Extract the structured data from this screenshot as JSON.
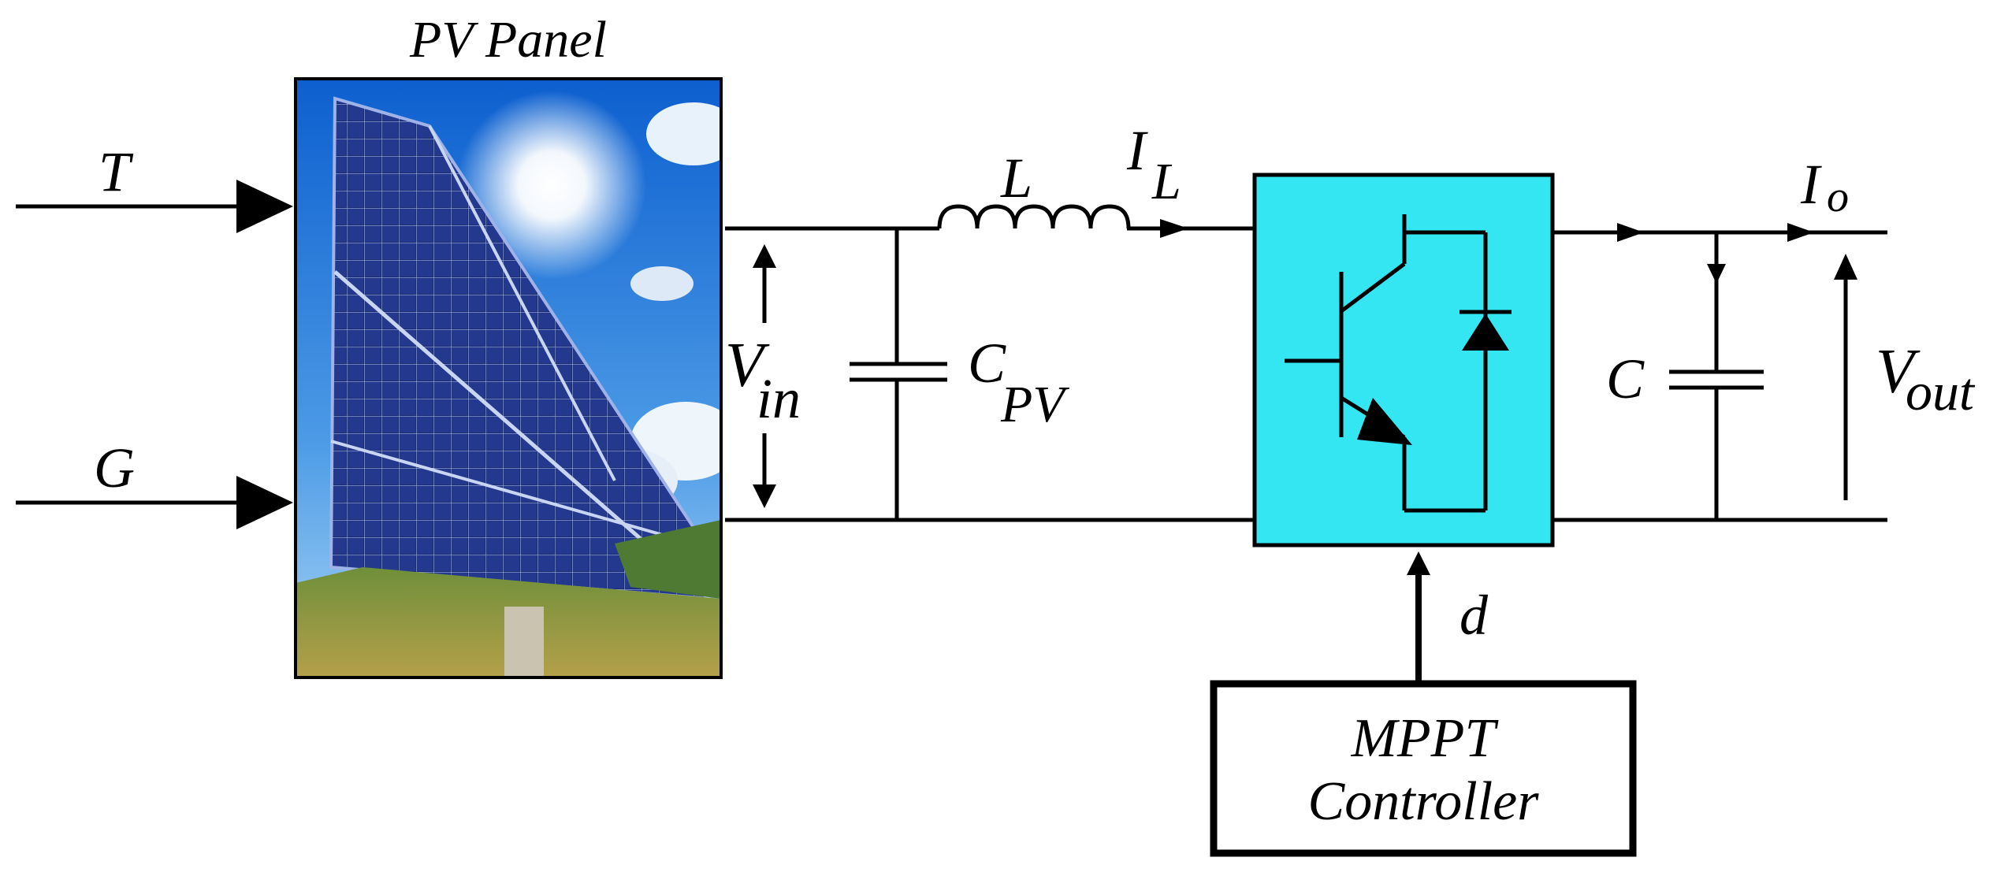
{
  "panel": {
    "title": "PV Panel"
  },
  "inputs": {
    "temperature": "T",
    "irradiance": "G"
  },
  "labels": {
    "inductor": "L",
    "inductor_current_main": "I",
    "inductor_current_sub": "L",
    "input_voltage_main": "V",
    "input_voltage_sub": "in",
    "pv_capacitor_main": "C",
    "pv_capacitor_sub": "PV",
    "output_capacitor": "C",
    "output_current_main": "I",
    "output_current_sub": "o",
    "output_voltage_main": "V",
    "output_voltage_sub": "out",
    "duty_cycle": "d"
  },
  "controller": {
    "line1": "MPPT",
    "line2": "Controller"
  },
  "colors": {
    "switch_box": "#33e6f2",
    "sky_top": "#0d5fcf",
    "sky_bottom": "#8ec8f5",
    "panel_cells": "#1a2a6a",
    "grass": "#8a8a2a"
  },
  "icons": {
    "switch": "igbt-with-diode-icon",
    "sun": "sun-icon"
  }
}
